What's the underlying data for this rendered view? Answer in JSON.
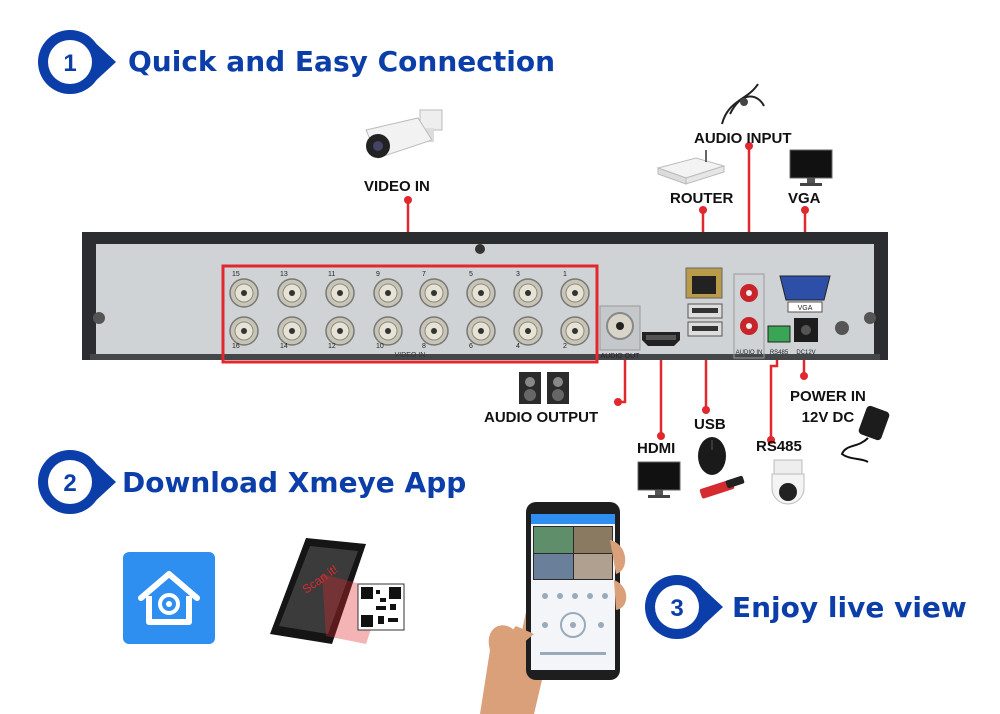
{
  "steps": [
    {
      "number": "1",
      "title": "Quick and Easy Connection"
    },
    {
      "number": "2",
      "title": "Download Xmeye App"
    },
    {
      "number": "3",
      "title": "Enjoy live view"
    }
  ],
  "device": {
    "video_panel_label": "VIDEO IN",
    "audio_out_port_label": "AUDIO OUT",
    "audio_in_port_label": "AUDIO IN",
    "rs485_port_label": "RS485",
    "dc_port_label": "DC12V",
    "vga_port_label": "VGA",
    "bnc_top_numbers": [
      "15",
      "13",
      "11",
      "9",
      "7",
      "5",
      "3",
      "1"
    ],
    "bnc_bottom_numbers": [
      "16",
      "14",
      "12",
      "10",
      "8",
      "6",
      "4",
      "2"
    ]
  },
  "connection_labels": {
    "video_in": "VIDEO IN",
    "audio_input": "AUDIO INPUT",
    "router": "ROUTER",
    "vga": "VGA",
    "audio_output": "AUDIO OUTPUT",
    "hdmi": "HDMI",
    "usb": "USB",
    "rs485": "RS485",
    "power_in_line1": "POWER IN",
    "power_in_line2": "12V DC"
  },
  "scan_text": "Scan it!",
  "colors": {
    "brand_blue": "#0b3ea8",
    "connector_red": "#e0282e",
    "app_icon_blue": "#2f8ff0"
  }
}
